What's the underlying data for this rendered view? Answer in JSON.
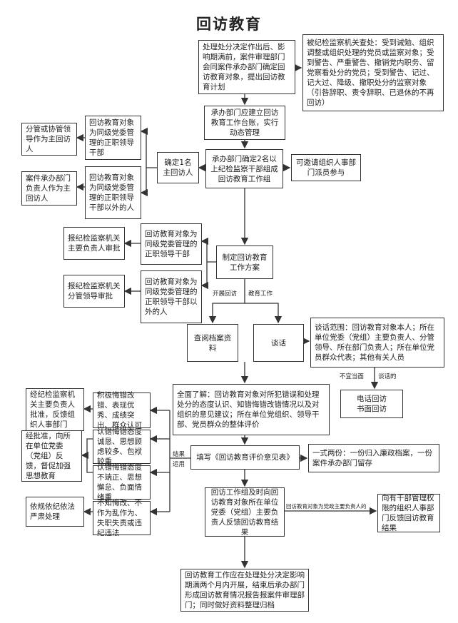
{
  "title": "回访教育",
  "nodes": {
    "start": "处理处分决定作出后、影响期满前，案件审理部门会同案件承办部门确定回访教育对象，提出回访教育计划",
    "targets": "被纪检监察机关查处：受到诫勉、组织调整或组织处理的党员或监察对象；受到警告、严重警告、撤销党内职务、留党察看处分的党员；受到警告、记过、记大过、降级、撤职处分的监察对象（引咎辞职、责令辞职、已退休的不再回访）",
    "ledger": "承办部门应建立回访教育工作台账，实行动态管理",
    "group": "承办部门确定2名以上纪检监察干部组成回访教育工作组",
    "invite": "可邀请组织人事部门派员参与",
    "main_visitor": "确定1名主回访人",
    "obj_same_level": "回访教育对象为同级党委管理的正职领导干部",
    "obj_other": "回访教育对象为同级党委管理的正职领导干部以外的人",
    "lead_visitor": "分管或协管领导作为主回访人",
    "case_head_visitor": "案件承办部门负责人作为主回访人",
    "plan": "制定回访教育工作方案",
    "plan_obj_same": "回访教育对象为同级党委管理的正职领导干部",
    "plan_obj_other": "回访教育对象为同级党委管理的正职领导干部以外的人",
    "approve_main": "报纪检监察机关主要负责人审批",
    "approve_branch": "报纪检监察机关分管领导审批",
    "review_files": "查阅档案资料",
    "talk": "谈话",
    "talk_scope": "谈话范围：回访教育对象本人；所在单位党委（党组）主要负责人、分管领导、所在部门负责人；所在单位党员群众代表；其他有关人员",
    "phone_visit": "电话回访\n书面回访",
    "understand": "全面了解：回访教育对象对所犯错误和处理处分的态度认识、知错悔错改错情况以及对组织的意见建议；所在单位党组织、领导干部、党员群众的整体评价",
    "fill_form": "填写《回访教育评价意见表》",
    "two_copies": "一式两份：一份归入廉政档案，一份案件承办部门留存",
    "eval_good": "积极悔错改错、表现优秀、成绩突出、群众认可",
    "eval_fair": "认错悔错态度诚恳、思想顾虑较多、包袱较重",
    "eval_poor": "认错悔错态度不端正、思想懈怠、负面情绪重",
    "eval_bad": "不知悔改、不作为乱作为、失职失责或违纪违法",
    "res_good": "经纪检监察机关主要负责人批准，反馈组织人事部门",
    "res_poor": "经批准，向所在单位党委（党组）反馈，督促加强思想教育",
    "res_bad": "依规依纪依法严肃处理",
    "feedback": "回访工作组及时向回访教育对象所在单位党委（党组）主要负责人反馈回访教育结果",
    "feedback_org": "向有干部管理权限的组织人事部门反馈回访教育结果",
    "final": "回访教育工作应在处理处分决定影响期满两个月内开展，结束后承办部门形成回访教育情况报告报案件审理部门；同时做好资料整理归档"
  },
  "labels": {
    "start_visit": "开展回访",
    "edu_work": "教育工作",
    "inappropriate": "不宜当面",
    "talk_of": "谈话的",
    "result": "结果",
    "apply": "运用",
    "party_head": "回访教育对象为党政主要负责人的"
  }
}
